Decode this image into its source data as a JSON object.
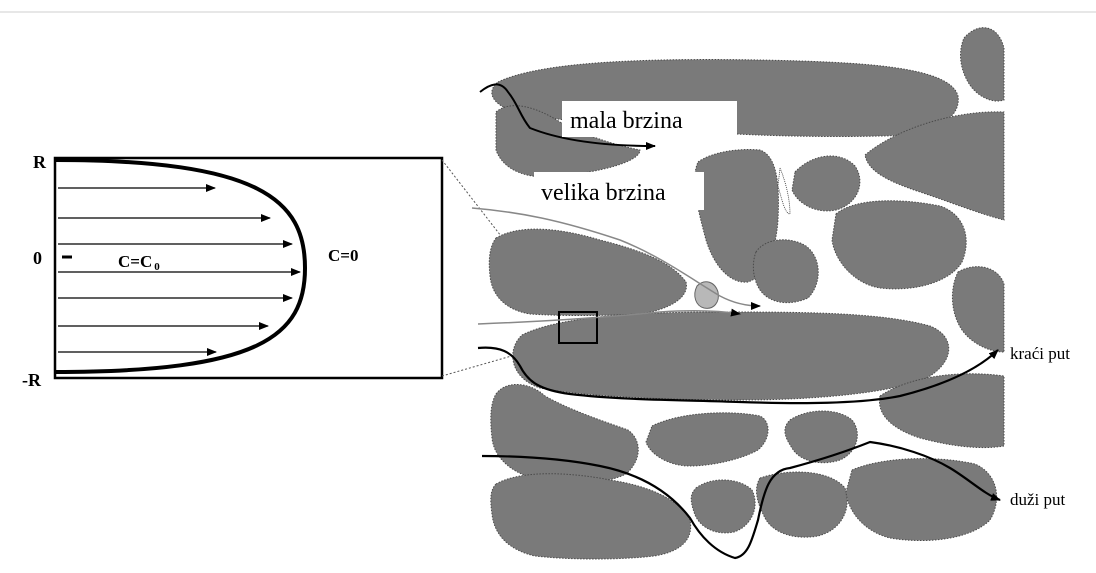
{
  "profile": {
    "top_label": "R",
    "center_label": "0",
    "bottom_label": "-R",
    "inner_concentration": "C=C",
    "inner_concentration_sub": "0",
    "wall_concentration": "C=0"
  },
  "pore_network": {
    "slow_flow_label": "mala brzina",
    "fast_flow_label": "velika brzina",
    "short_path_label": "kraći put",
    "long_path_label": "duži put"
  },
  "colors": {
    "grain_fill": "#7a7a7a",
    "small_grain_fill": "#b8b8b8",
    "line": "#000000",
    "background": "#ffffff"
  }
}
